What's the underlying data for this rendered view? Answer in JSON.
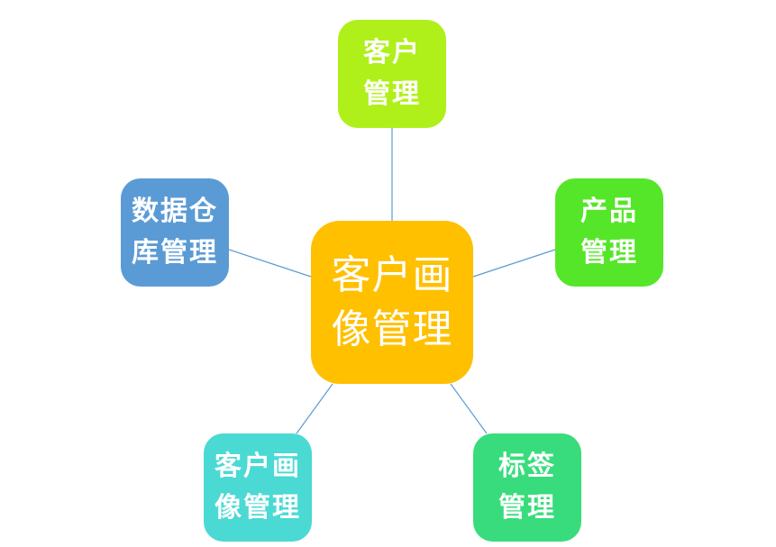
{
  "diagram": {
    "center": {
      "label": "客户画\n像管理",
      "color": "#FFC000"
    },
    "nodes": {
      "top": {
        "label": "客户\n管理",
        "color": "#B0F01A"
      },
      "right": {
        "label": "产品\n管理",
        "color": "#55E629"
      },
      "left": {
        "label": "数据仓\n库管理",
        "color": "#5B9BD5"
      },
      "bottom_left": {
        "label": "客户画\n像管理",
        "color": "#4BD9D4"
      },
      "bottom_right": {
        "label": "标签\n管理",
        "color": "#38DC7C"
      }
    },
    "connector_color": "#5B9BD5"
  }
}
